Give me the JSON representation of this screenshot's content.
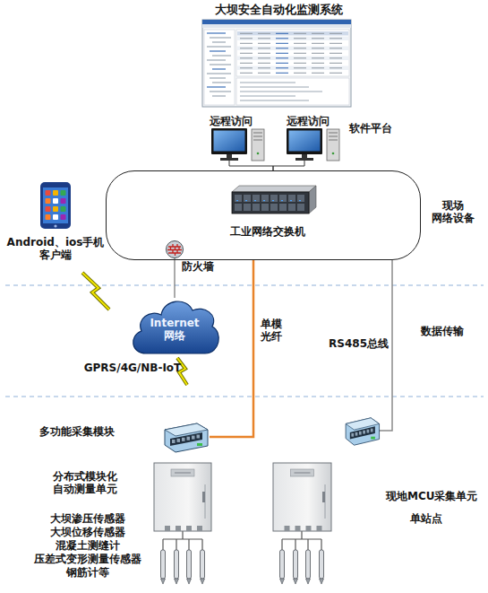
{
  "diagram": {
    "title": "大坝安全自动化监测系统",
    "nodes": [
      {
        "text": [
          "远程访问"
        ]
      },
      {
        "text": [
          "远程访问"
        ]
      },
      {
        "text": [
          "工业网络交换机"
        ]
      },
      {
        "text": [
          "防火墙"
        ]
      },
      {
        "text": [
          "Android、ios手机 客户端"
        ]
      },
      {
        "text": [
          "Internet 网络"
        ]
      },
      {
        "text": [
          "多功能采集模块"
        ]
      },
      {
        "text": [
          "分布式模块化 自动测量单元"
        ]
      },
      {
        "text": [
          "现地MCU采集单元",
          "单站点"
        ]
      }
    ],
    "edges": [
      {
        "from": 0,
        "to": 2,
        "arrow": "none"
      },
      {
        "from": 1,
        "to": 2,
        "arrow": "none"
      },
      {
        "from": 3,
        "to": 5,
        "arrow": "none"
      },
      {
        "from": 2,
        "to": 6,
        "label": "单模 光纤",
        "arrow": "none"
      },
      {
        "from": 2,
        "to": 8,
        "label": "RS485总线",
        "arrow": "none"
      }
    ],
    "labels": [
      "软件平台",
      "现场 网络设备",
      "GPRS/4G/NB-IoT",
      "数据传输",
      "大坝渗压传感器",
      "大坝位移传感器",
      "混凝土测缝计",
      "压差式变形测量传感器",
      "钢筋计等"
    ]
  }
}
